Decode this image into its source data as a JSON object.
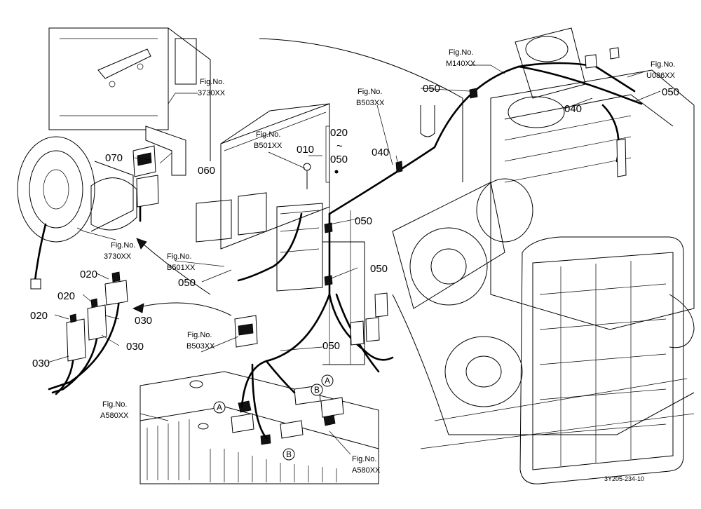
{
  "figure_refs": {
    "f3730_top": {
      "prefix": "Fig.No.",
      "code": "3730XX"
    },
    "f3730_left": {
      "prefix": "Fig.No.",
      "code": "3730XX"
    },
    "fB501_top": {
      "prefix": "Fig.No.",
      "code": "B501XX"
    },
    "fB501_left": {
      "prefix": "Fig.No.",
      "code": "B501XX"
    },
    "fB503_top": {
      "prefix": "Fig.No.",
      "code": "B503XX"
    },
    "fB503_bot": {
      "prefix": "Fig.No.",
      "code": "B503XX"
    },
    "fM140": {
      "prefix": "Fig.No.",
      "code": "M140XX"
    },
    "fU086": {
      "prefix": "Fig.No.",
      "code": "U086XX"
    },
    "fA580_left": {
      "prefix": "Fig.No.",
      "code": "A580XX"
    },
    "fA580_bot": {
      "prefix": "Fig.No.",
      "code": "A580XX"
    }
  },
  "part_labels": {
    "p070": "070",
    "p060": "060",
    "p010": "010",
    "p020_range_top": "020",
    "range_tilde": "~",
    "p050_range_bot": "050",
    "p040_mid": "040",
    "p050_mid1": "050",
    "p050_mid2": "050",
    "p050_left": "050",
    "p050_harness": "050",
    "p050_top": "050",
    "p050_right": "050",
    "p040_right": "040",
    "p020_a": "020",
    "p020_b": "020",
    "p020_c": "020",
    "p030_a": "030",
    "p030_b": "030",
    "p030_c": "030"
  },
  "connection_marks": {
    "A_upper": "A",
    "B_upper": "B",
    "A_lower": "A",
    "B_lower": "B"
  },
  "drawing_id": "3Y205-234-10"
}
